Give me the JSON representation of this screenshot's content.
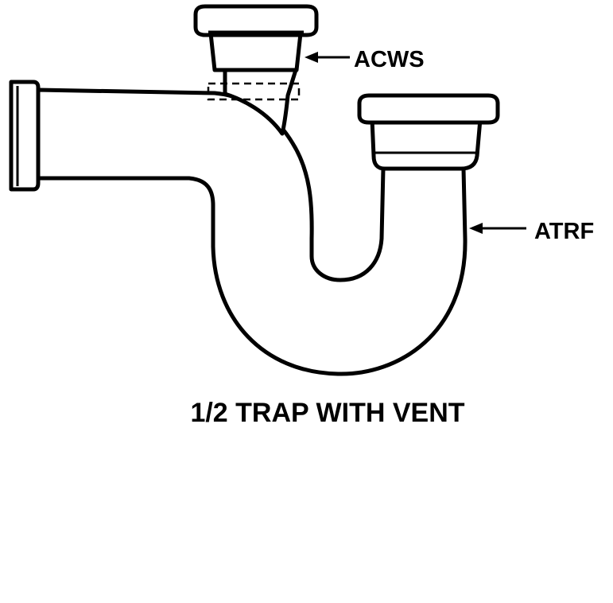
{
  "diagram": {
    "caption": "1/2 TRAP WITH VENT",
    "callouts": {
      "vent": "ACWS",
      "trap": "ATRF"
    },
    "colors": {
      "stroke": "#000000",
      "background": "#ffffff"
    }
  }
}
